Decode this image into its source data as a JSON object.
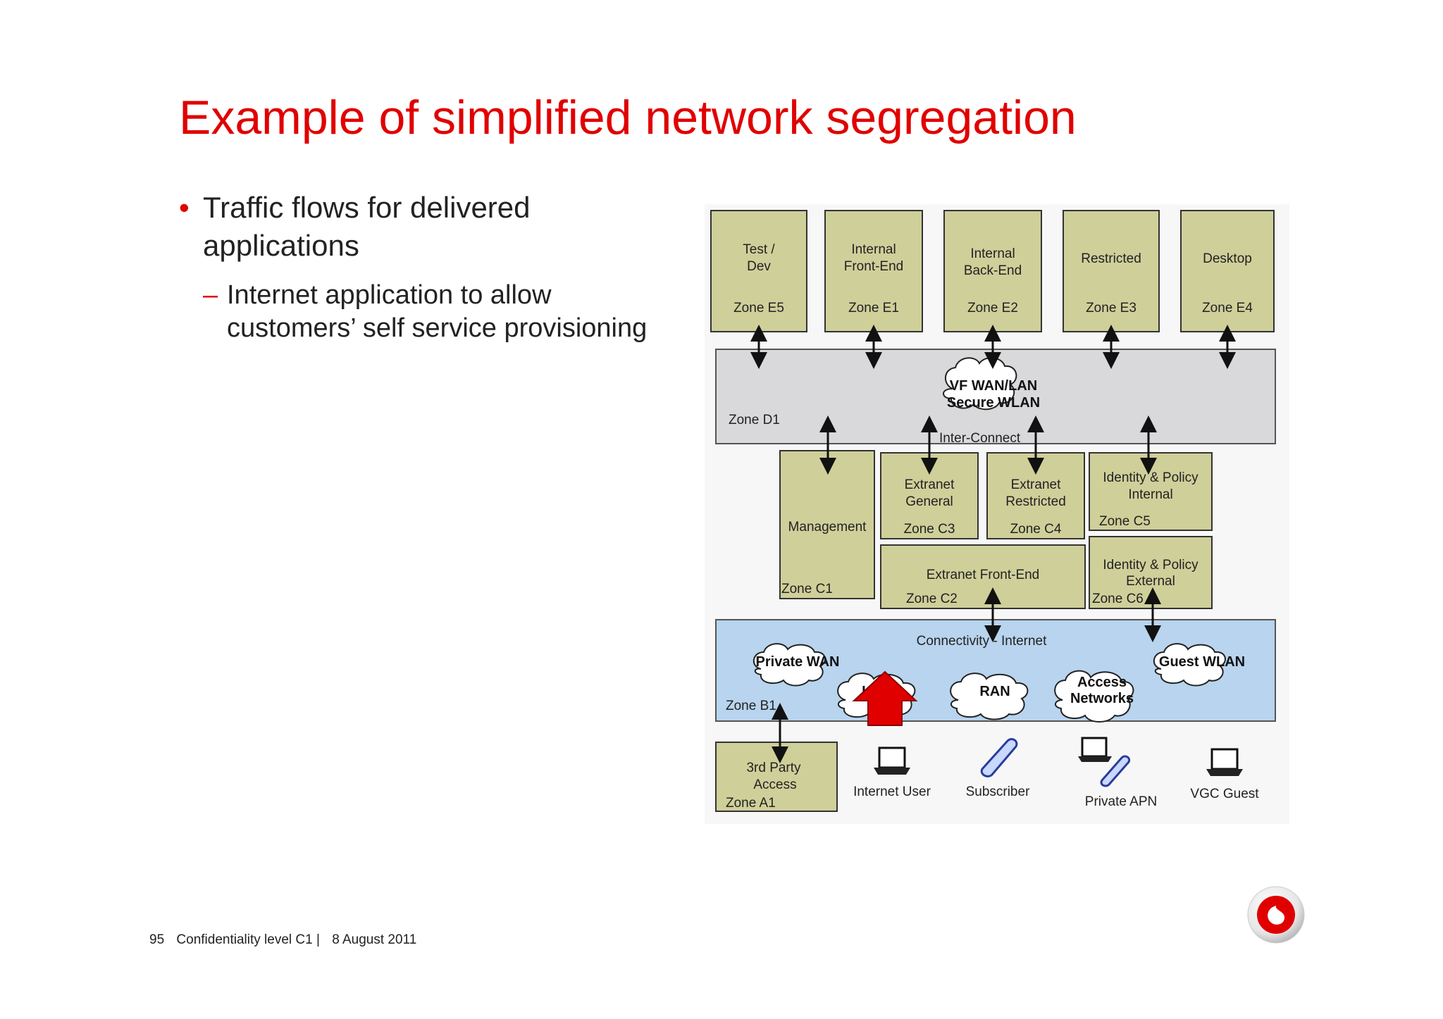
{
  "title": "Example of simplified network segregation",
  "bullets": {
    "level1": "Traffic flows for delivered applications",
    "level2": "Internet application to allow customers’ self service provisioning"
  },
  "footer": {
    "page": "95",
    "confidentiality": "Confidentiality level  C1 |",
    "date": "8 August 2011"
  },
  "diagram": {
    "zones_e": [
      {
        "name": "Test /",
        "name2": "Dev",
        "zone": "Zone E5"
      },
      {
        "name": "Internal",
        "name2": "Front-End",
        "zone": "Zone E1"
      },
      {
        "name": "Internal",
        "name2": "Back-End",
        "zone": "Zone E2"
      },
      {
        "name": "Restricted",
        "name2": "",
        "zone": "Zone E3"
      },
      {
        "name": "Desktop",
        "name2": "",
        "zone": "Zone E4"
      }
    ],
    "zone_d1": {
      "zone": "Zone D1",
      "cloud1": "VF WAN/LAN",
      "cloud2": "Secure WLAN",
      "label": "Inter-Connect"
    },
    "management": {
      "name": "Management",
      "zone": "Zone C1"
    },
    "extranet_general": {
      "name": "Extranet",
      "name2": "General",
      "zone": "Zone C3"
    },
    "extranet_restricted": {
      "name": "Extranet",
      "name2": "Restricted",
      "zone": "Zone C4"
    },
    "identity_internal": {
      "name": "Identity & Policy",
      "name2": "Internal",
      "zone": "Zone C5"
    },
    "extranet_frontend": {
      "name": "Extranet Front-End",
      "zone": "Zone C2"
    },
    "identity_external": {
      "name": "Identity & Policy",
      "name2": "External",
      "zone": "Zone C6"
    },
    "zone_b1": {
      "zone": "Zone B1",
      "label": "Connectivity - Internet",
      "clouds": [
        "Private WAN",
        "In",
        "RAN",
        "Access",
        "Networks",
        "Guest WLAN"
      ]
    },
    "zone_a1": {
      "name": "3rd Party",
      "name2": "Access",
      "zone": "Zone A1"
    },
    "endpoints": [
      "Internet User",
      "Subscriber",
      "Private APN",
      "VGC Guest"
    ],
    "colors": {
      "zone_fill": "#cfcf9a",
      "interconnect_fill": "#d9d9dc",
      "internet_fill": "#b8d4ee",
      "arrow_red": "#e00000",
      "accent": "#e00000"
    }
  }
}
